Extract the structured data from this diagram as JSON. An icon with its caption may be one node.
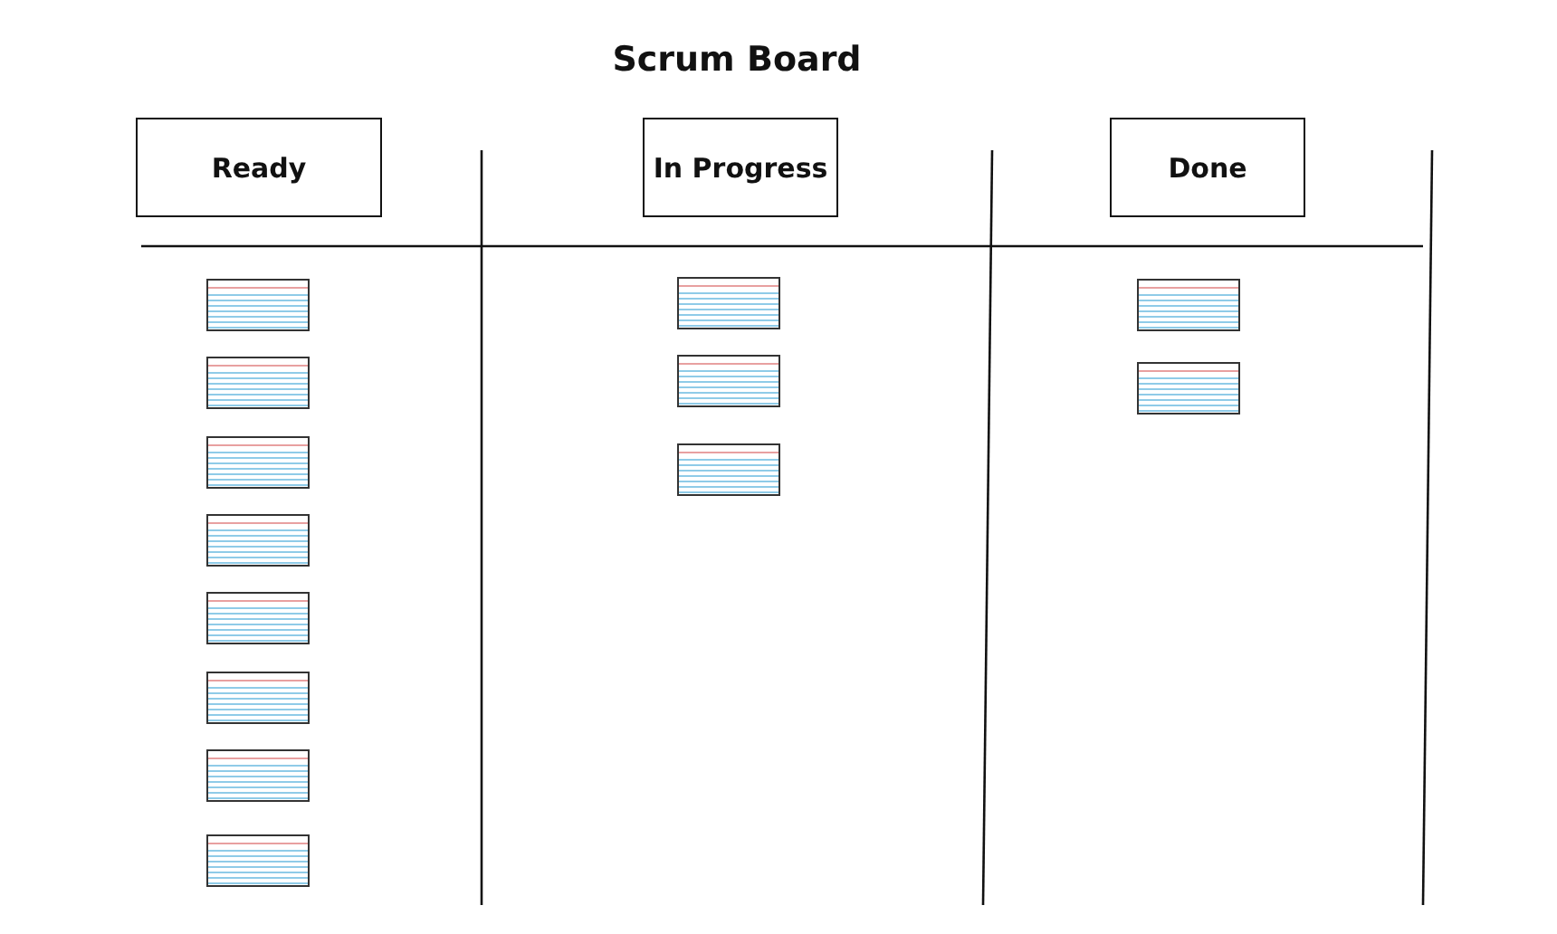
{
  "diagram": {
    "title": "Scrum Board",
    "nodes": [
      {
        "text": [
          "Ready"
        ]
      },
      {
        "text": [
          "In Progress"
        ]
      },
      {
        "text": [
          "Done"
        ]
      },
      {
        "text": [],
        "shape": "card"
      },
      {
        "text": [],
        "shape": "card"
      },
      {
        "text": [],
        "shape": "card"
      },
      {
        "text": [],
        "shape": "card"
      },
      {
        "text": [],
        "shape": "card"
      },
      {
        "text": [],
        "shape": "card"
      },
      {
        "text": [],
        "shape": "card"
      },
      {
        "text": [],
        "shape": "card"
      },
      {
        "text": [],
        "shape": "card"
      },
      {
        "text": [],
        "shape": "card"
      },
      {
        "text": [],
        "shape": "card"
      },
      {
        "text": [],
        "shape": "card"
      },
      {
        "text": [],
        "shape": "card"
      }
    ],
    "edges": []
  }
}
